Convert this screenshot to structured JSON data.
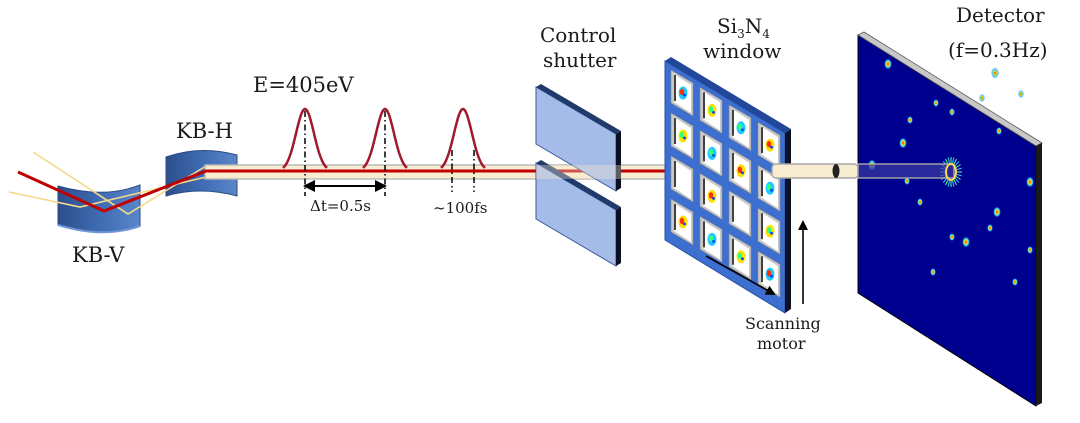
{
  "title": "Serial X-ray diffraction imaging setup",
  "labels": {
    "kb_v": "KB-V",
    "kb_h": "KB-H",
    "energy": "E=405eV",
    "delta_t": "Δt=0.5s",
    "pulse_width": "~100fs",
    "shutter_line1": "Control",
    "shutter_line2": "shutter",
    "window_si": "Si",
    "window_si_sub": "3",
    "window_n": "N",
    "window_n_sub": "4",
    "window_line2": "window",
    "detector_line1": "Detector",
    "detector_line2": "(f=0.3Hz)",
    "motor_line1": "Scanning",
    "motor_line2": "motor"
  },
  "colors": {
    "beam_red": "#c00000",
    "pulse_red": "#a0192d",
    "beam_tube": "#f8ecd0",
    "mirror_blue": "#3a63a8",
    "shutter_blue": "#a5bbe8",
    "frame_blue": "#3d6fd1",
    "detector_blue": "#00008f"
  },
  "pulses": {
    "count": 3,
    "spacing_s": 0.5,
    "duration_fs": 100
  },
  "sample_grid": {
    "rows": 4,
    "cols": 4
  }
}
